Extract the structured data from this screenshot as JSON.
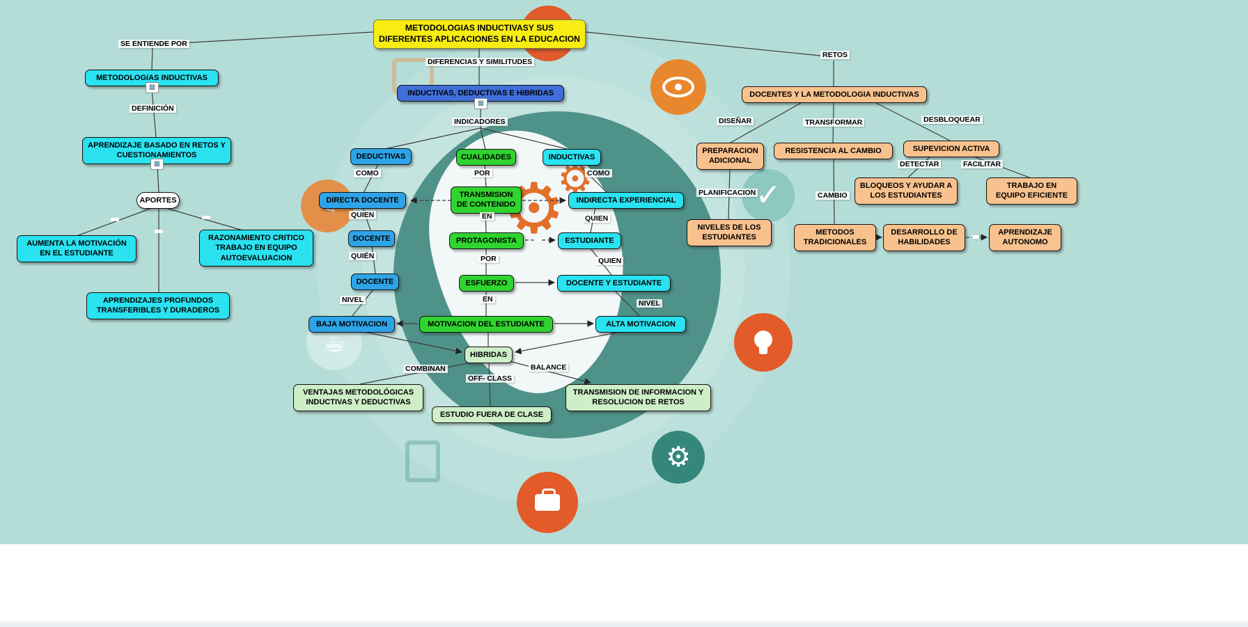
{
  "app": {
    "background": "#b5ddd8",
    "accent_teal": "#2e7b71",
    "accent_orange": "#e2702a"
  },
  "title": {
    "label": "METODOLOGIAS INDUCTIVASY SUS DIFERENTES APLICACIONES EN LA EDUCACION"
  },
  "left": {
    "se_entiende_por": "SE ENTIENDE POR",
    "metodologias_inductivas": "METODOLOGíAS INDUCTIVAS",
    "definicion": "DEFINICIÓN",
    "aprendizaje_retos": "APRENDIZAJE BASADO EN RETOS Y CUESTIONAMIENTOS",
    "aportes": "APORTES",
    "aumenta_motivacion": "AUMENTA LA MOTIVACIÓN EN EL ESTUDIANTE",
    "razonamiento": "RAZONAMIENTO CRITICO TRABAJO EN EQUIPO AUTOEVALUACION",
    "aprendizajes_profundos": "APRENDIZAJES PROFUNDOS TRANSFERIBLES Y DURADEROS"
  },
  "center": {
    "diferencias": "DIFERENCIAS Y SIMILITUDES",
    "inductivas_deductivas_hibridas": "INDUCTIVAS, DEDUCTIVAS E HIBRIDAS",
    "indicadores": "INDICADORES",
    "deductivas": "DEDUCTIVAS",
    "cualidades": "CUALIDADES",
    "inductivas": "INDUCTIVAS",
    "como_1": "COMO",
    "por_1": "POR",
    "como_2": "COMO",
    "directa_docente": "DIRECTA DOCENTE",
    "transmision_contenido": "TRANSMISION DE CONTENIDO",
    "indirecta_experiencial": "INDIRECTA EXPERIENCIAL",
    "quien_1": "QUIEN",
    "en_1": "EN",
    "quien_2": "QUIEN",
    "docente_1": "DOCENTE",
    "protagonista": "PROTAGONISTA",
    "estudiante": "ESTUDIANTE",
    "quien_3": "QUIÉN",
    "por_2": "POR",
    "quien_4": "QUIEN",
    "docente_2": "DOCENTE",
    "esfuerzo": "ESFUERZO",
    "docente_y_estudiante": "DOCENTE Y ESTUDIANTE",
    "nivel_1": "NIVEL",
    "en_2": "EN",
    "nivel_2": "NIVEL",
    "baja_motivacion": "BAJA MOTIVACION",
    "motivacion_estudiante": "MOTIVACION DEL ESTUDIANTE",
    "alta_motivacion": "ALTA MOTIVACION",
    "hibridas": "HIBRIDAS",
    "combinan": "COMBINAN",
    "off_class": "OFF- CLASS",
    "balance": "BALANCE",
    "ventajas": "VENTAJAS METODOLÓGICAS INDUCTIVAS Y DEDUCTIVAS",
    "estudio_fuera": "ESTUDIO FUERA DE CLASE",
    "transmision_resolucion": "TRANSMISION DE INFORMACION Y RESOLUCION DE RETOS"
  },
  "right": {
    "retos": "RETOS",
    "docentes_metodologia": "DOCENTES Y LA METODOLOGIA INDUCTIVAS",
    "disenar": "DISEÑAR",
    "transformar": "TRANSFORMAR",
    "desbloquear": "DESBLOQUEAR",
    "preparacion_adicional": "PREPARACION ADICIONAL",
    "resistencia_cambio": "RESISTENCIA  AL CAMBIO",
    "supervision_activa": "SUPEVICION ACTIVA",
    "detectar": "DETECTAR",
    "facilitar": "FACILITAR",
    "planificacion": "PLANIFICACION",
    "cambio": "CAMBIO",
    "bloqueos": "BLOQUEOS Y AYUDAR A LOS ESTUDIANTES",
    "trabajo_equipo": "TRABAJO EN EQUIPO EFICIENTE",
    "niveles": "NIVELES DE LOS ESTUDIANTES",
    "metodos_tradicionales": "METODOS TRADICIONALES",
    "desarrollo_habilidades": "DESARROLLO DE HABILIDADES",
    "aprendizaje_autonomo": "APRENDIZAJE AUTONOMO"
  },
  "icons": {
    "attachment": "▦",
    "gear": "⚙",
    "check": "✓",
    "pencil": "✎",
    "cup": "☕",
    "mail": "✉"
  }
}
